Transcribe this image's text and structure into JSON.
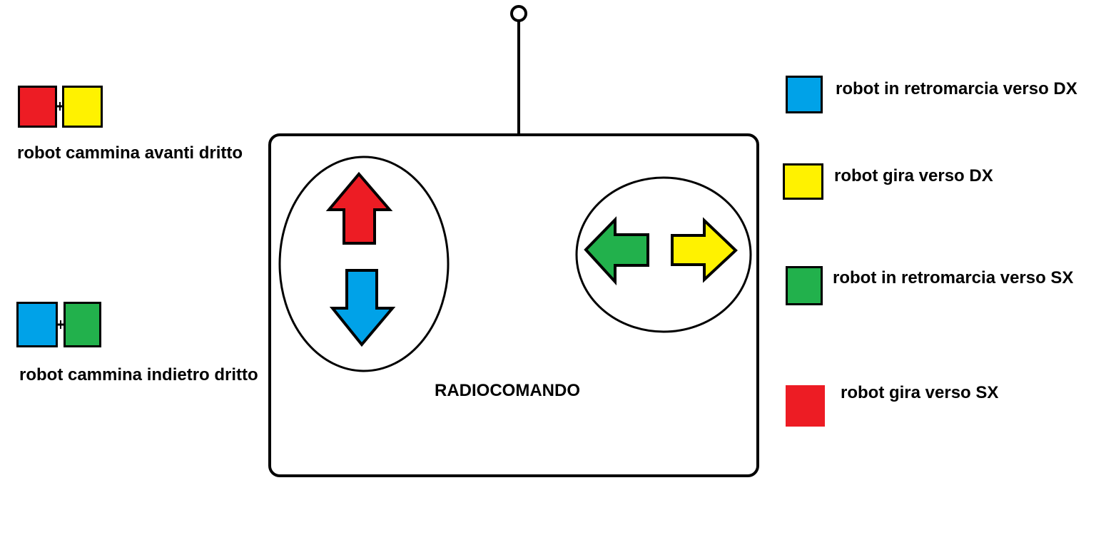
{
  "colors": {
    "red": "#ED1C24",
    "yellow": "#FFF200",
    "blue": "#00A2E8",
    "green": "#22B14C",
    "outline": "#000000",
    "background": "#FFFFFF"
  },
  "remote": {
    "label": "RADIOCOMANDO",
    "left_pad": {
      "buttons": [
        "arrow-up-red",
        "arrow-down-blue"
      ]
    },
    "right_pad": {
      "buttons": [
        "arrow-left-green",
        "arrow-right-yellow"
      ]
    }
  },
  "combos": [
    {
      "colors": [
        "red",
        "yellow"
      ],
      "label": "robot cammina avanti dritto"
    },
    {
      "colors": [
        "blue",
        "green"
      ],
      "label": "robot cammina indietro dritto"
    }
  ],
  "legend": [
    {
      "color": "blue",
      "label": "robot in retromarcia verso DX"
    },
    {
      "color": "yellow",
      "label": "robot gira verso DX"
    },
    {
      "color": "green",
      "label": "robot in retromarcia verso SX"
    },
    {
      "color": "red",
      "label": "robot gira verso SX"
    }
  ]
}
